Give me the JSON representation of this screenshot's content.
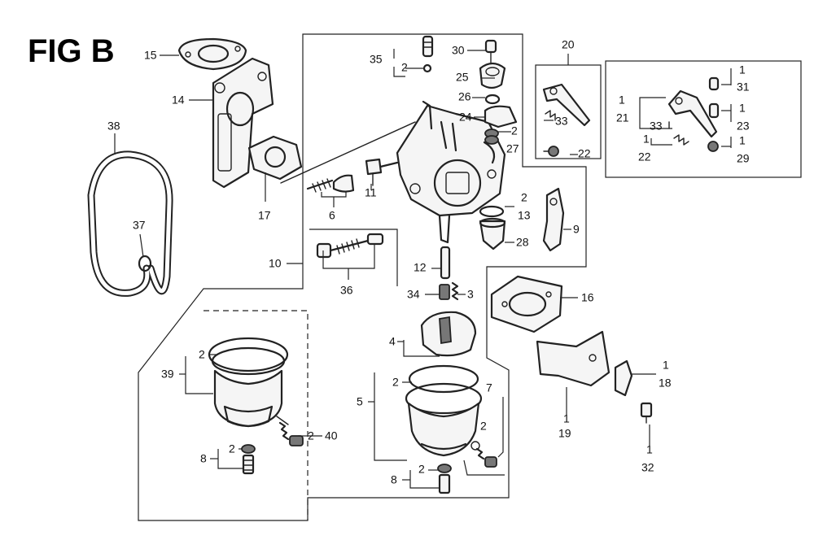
{
  "figure": {
    "title": "FIG B"
  },
  "callouts": [
    {
      "id": "c15",
      "text": "15"
    },
    {
      "id": "c14",
      "text": "14"
    },
    {
      "id": "c17",
      "text": "17"
    },
    {
      "id": "c38",
      "text": "38"
    },
    {
      "id": "c37",
      "text": "37"
    },
    {
      "id": "c10",
      "text": "10"
    },
    {
      "id": "c6",
      "text": "6"
    },
    {
      "id": "c11",
      "text": "11"
    },
    {
      "id": "c36",
      "text": "36"
    },
    {
      "id": "c35",
      "text": "35"
    },
    {
      "id": "c35q",
      "text": "2"
    },
    {
      "id": "c30",
      "text": "30"
    },
    {
      "id": "c25",
      "text": "25"
    },
    {
      "id": "c26",
      "text": "26"
    },
    {
      "id": "c24",
      "text": "24"
    },
    {
      "id": "c27q",
      "text": "2"
    },
    {
      "id": "c27",
      "text": "27"
    },
    {
      "id": "c20",
      "text": "20"
    },
    {
      "id": "c33a",
      "text": "33"
    },
    {
      "id": "c22a",
      "text": "22"
    },
    {
      "id": "c31q",
      "text": "1"
    },
    {
      "id": "c31",
      "text": "31"
    },
    {
      "id": "c21q",
      "text": "1"
    },
    {
      "id": "c21",
      "text": "21"
    },
    {
      "id": "c33b",
      "text": "33"
    },
    {
      "id": "c23q",
      "text": "1"
    },
    {
      "id": "c23",
      "text": "23"
    },
    {
      "id": "c22bq",
      "text": "1"
    },
    {
      "id": "c22b",
      "text": "22"
    },
    {
      "id": "c29q",
      "text": "1"
    },
    {
      "id": "c29",
      "text": "29"
    },
    {
      "id": "c13q",
      "text": "2"
    },
    {
      "id": "c13",
      "text": "13"
    },
    {
      "id": "c9",
      "text": "9"
    },
    {
      "id": "c28",
      "text": "28"
    },
    {
      "id": "c12",
      "text": "12"
    },
    {
      "id": "c34",
      "text": "34"
    },
    {
      "id": "c3",
      "text": "3"
    },
    {
      "id": "c16",
      "text": "16"
    },
    {
      "id": "c4",
      "text": "4"
    },
    {
      "id": "c39q",
      "text": "2"
    },
    {
      "id": "c39",
      "text": "39"
    },
    {
      "id": "c40q",
      "text": "2"
    },
    {
      "id": "c40",
      "text": "40"
    },
    {
      "id": "c8aq",
      "text": "2"
    },
    {
      "id": "c8a",
      "text": "8"
    },
    {
      "id": "c5",
      "text": "5"
    },
    {
      "id": "c5q",
      "text": "2"
    },
    {
      "id": "c7",
      "text": "7"
    },
    {
      "id": "c7q",
      "text": "2"
    },
    {
      "id": "c8bq",
      "text": "2"
    },
    {
      "id": "c8b",
      "text": "8"
    },
    {
      "id": "c18q",
      "text": "1"
    },
    {
      "id": "c18",
      "text": "18"
    },
    {
      "id": "c19q",
      "text": "1"
    },
    {
      "id": "c19",
      "text": "19"
    },
    {
      "id": "c32q",
      "text": "1"
    },
    {
      "id": "c32",
      "text": "32"
    }
  ]
}
